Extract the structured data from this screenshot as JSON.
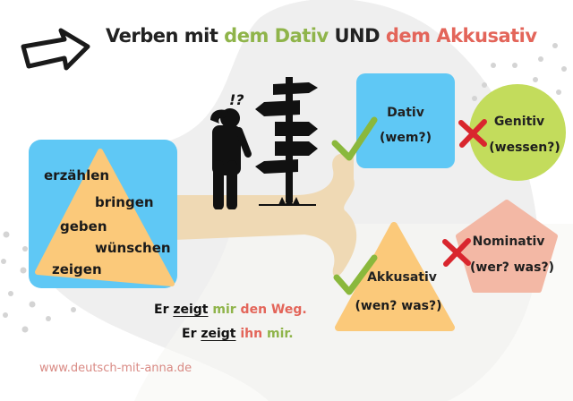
{
  "title": {
    "part1": "Verben mit ",
    "part2": "dem Dativ",
    "part3": " UND ",
    "part4": "dem Akkusativ"
  },
  "verbs": [
    "erzählen",
    "bringen",
    "geben",
    "wünschen",
    "zeigen"
  ],
  "cases": {
    "dativ": {
      "label": "Dativ",
      "question": "(wem?)",
      "status": "correct"
    },
    "genitiv": {
      "label": "Genitiv",
      "question": "(wessen?)",
      "status": "wrong"
    },
    "akkusativ": {
      "label": "Akkusativ",
      "question": "(wen? was?)",
      "status": "correct"
    },
    "nominativ": {
      "label": "Nominativ",
      "question": "(wer? was?)",
      "status": "wrong"
    }
  },
  "illustration": {
    "thought": "!?"
  },
  "examples": [
    {
      "subject": "Er ",
      "verb": "zeigt",
      "obj1": " mir",
      "obj2": " den Weg."
    },
    {
      "subject": "Er ",
      "verb": "zeigt",
      "obj1": " ihn",
      "obj2": " mir."
    }
  ],
  "footer": {
    "url": "www.deutsch-mit-anna.de"
  },
  "colors": {
    "blue": "#5fc8f5",
    "orange": "#fbc97a",
    "green": "#c3dc5c",
    "pink": "#f3b8a5",
    "path": "#efd9b4",
    "check": "#8ab83c",
    "cross": "#d9262e",
    "accent_green": "#8fb44a",
    "accent_red": "#e3655a"
  }
}
